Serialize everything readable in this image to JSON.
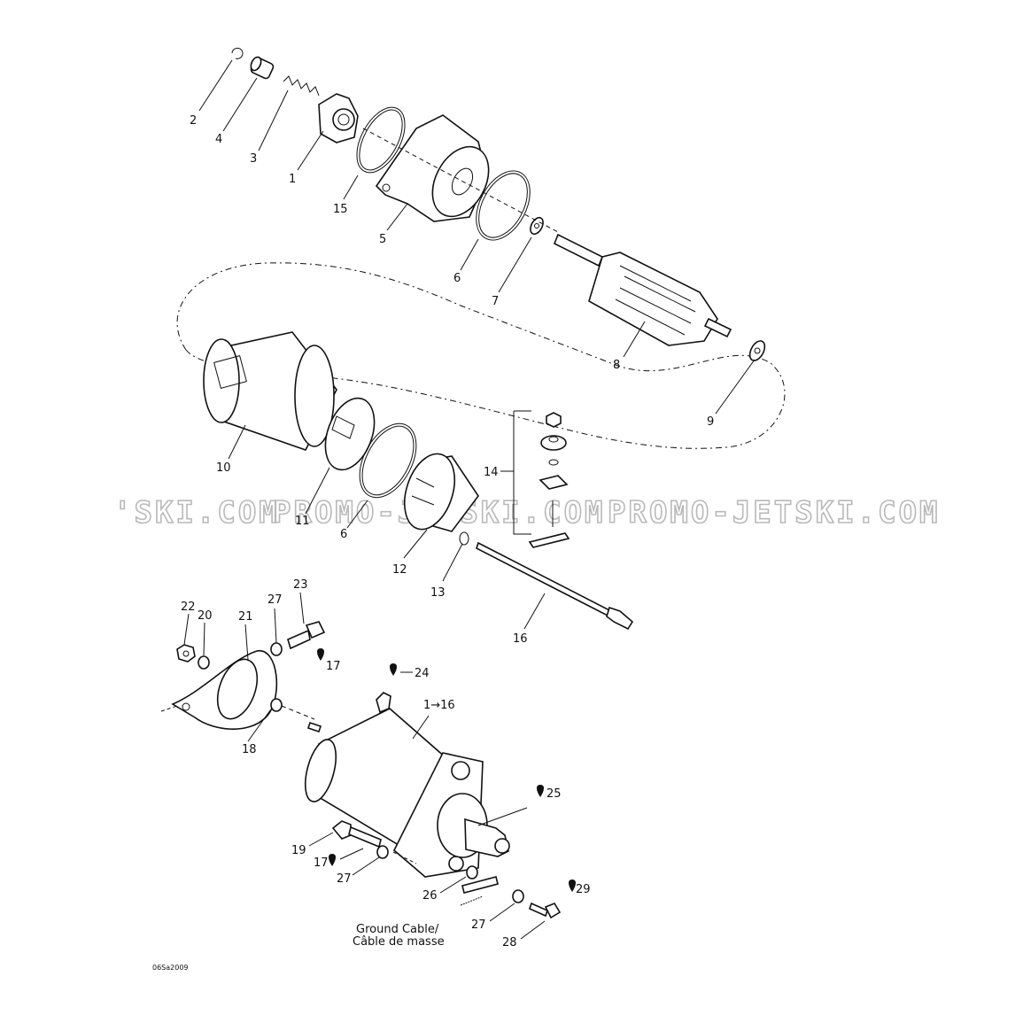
{
  "diagram": {
    "drawing_code": "06Sa2009",
    "watermark": [
      "'SKI.COM",
      "PROMO-JETSKI.COM",
      "PROMO-JETSKI.COM"
    ],
    "ground_cable_label": [
      "Ground Cable/",
      "Câble de masse"
    ],
    "assembly_label": "1→16",
    "callouts": {
      "c2": "2",
      "c4": "4",
      "c3": "3",
      "c1": "1",
      "c15": "15",
      "c5": "5",
      "c6a": "6",
      "c7": "7",
      "c8": "8",
      "c9": "9",
      "c10": "10",
      "c11": "11",
      "c6b": "6",
      "c12": "12",
      "c13": "13",
      "c14": "14",
      "c16": "16",
      "c22": "22",
      "c20": "20",
      "c21": "21",
      "c27a": "27",
      "c23": "23",
      "c17a": "17",
      "c24": "24",
      "c18": "18",
      "c25": "25",
      "c19": "19",
      "c17b": "17",
      "c27b": "27",
      "c26": "26",
      "c29": "29",
      "c27c": "27",
      "c28": "28"
    }
  }
}
